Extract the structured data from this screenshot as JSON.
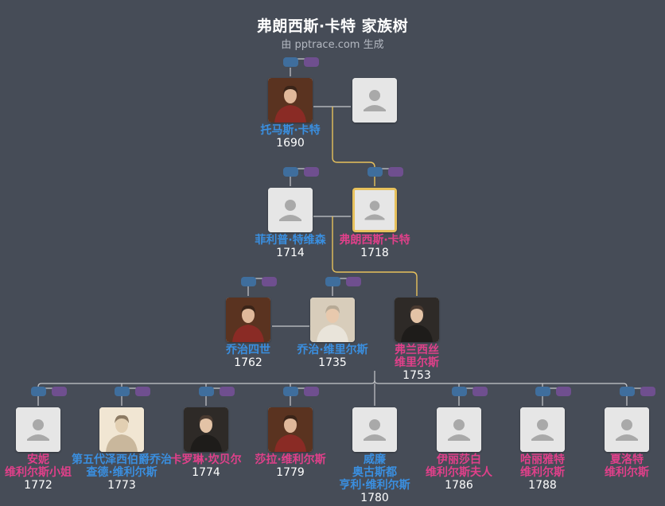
{
  "header": {
    "title": "弗朗西斯·卡特 家族树",
    "subtitle": "由 pptrace.com 生成"
  },
  "colors": {
    "background": "#464c57",
    "male_name": "#3a8fe0",
    "female_name": "#e0408a",
    "highlight_line": "#e7c15c",
    "tag_blue": "#3f6e9d",
    "tag_purple": "#6f4f8f"
  },
  "people": [
    {
      "id": "thomas",
      "name": "托马斯·卡特",
      "year": "1690",
      "gender": "m",
      "photo": "portrait-red"
    },
    {
      "id": "thomas_spouse",
      "name": "",
      "year": "",
      "gender": "f",
      "photo": "placeholder"
    },
    {
      "id": "philip",
      "name": "菲利普·特维森",
      "year": "1714",
      "gender": "m",
      "photo": "placeholder"
    },
    {
      "id": "frances",
      "name": "弗朗西斯·卡特",
      "year": "1718",
      "gender": "f",
      "photo": "placeholder",
      "highlight": true
    },
    {
      "id": "george4",
      "name": "乔治四世",
      "year": "1762",
      "gender": "m",
      "photo": "portrait-red"
    },
    {
      "id": "george_v",
      "name": "乔治·维里尔斯",
      "year": "1735",
      "gender": "m",
      "photo": "portrait-white"
    },
    {
      "id": "frances_v",
      "name": "弗兰西丝\n维里尔斯",
      "year": "1753",
      "gender": "f",
      "photo": "portrait-dark"
    },
    {
      "id": "anne",
      "name": "安妮\n维利尔斯小姐",
      "year": "1772",
      "gender": "f",
      "photo": "placeholder"
    },
    {
      "id": "edward",
      "name": "第五代泽西伯爵乔治\n查德·维利尔斯",
      "year": "1773",
      "gender": "m",
      "photo": "portrait-sketch"
    },
    {
      "id": "caroline",
      "name": "卡罗琳·坎贝尔",
      "year": "1774",
      "gender": "f",
      "photo": "portrait-dark"
    },
    {
      "id": "sarah",
      "name": "莎拉·维利尔斯",
      "year": "1779",
      "gender": "f",
      "photo": "portrait-red"
    },
    {
      "id": "william",
      "name": "威廉\n奥古斯都\n亨利·维利尔斯",
      "year": "1780",
      "gender": "m",
      "photo": "placeholder"
    },
    {
      "id": "elizabeth",
      "name": "伊丽莎白\n维利尔斯夫人",
      "year": "1786",
      "gender": "f",
      "photo": "placeholder"
    },
    {
      "id": "harriet",
      "name": "哈丽雅特\n维利尔斯",
      "year": "1788",
      "gender": "f",
      "photo": "placeholder"
    },
    {
      "id": "charlotte",
      "name": "夏洛特\n维利尔斯",
      "year": "",
      "gender": "f",
      "photo": "placeholder"
    }
  ]
}
